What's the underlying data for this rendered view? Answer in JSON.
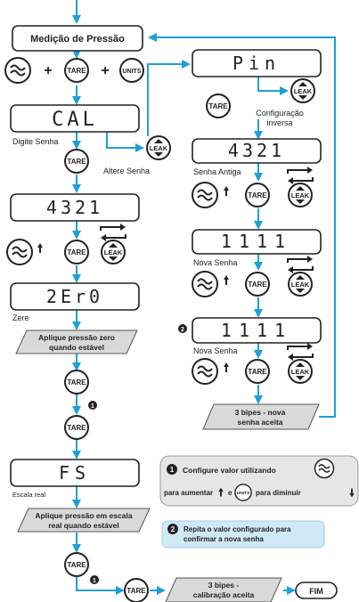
{
  "diagram": {
    "title_box": "Medição de Pressão",
    "buttons": {
      "tare": "TARE",
      "units": "UNITS",
      "leak": "LEAK"
    },
    "plus": "+",
    "left_column": {
      "display_cal": "CAL",
      "label_enter_pwd": "Digite Senha",
      "label_change_pwd": "Altere Senha",
      "display_4321": "4321",
      "display_zero": "2Er0",
      "label_zero": "Zere",
      "step_apply_zero": "Aplique pressão zero quando estável",
      "step_apply_zero_lines": [
        "Aplique pressão zero",
        "quando estável"
      ],
      "display_fs": "FS",
      "label_full_scale": "Escala real",
      "step_apply_full_lines": [
        "Aplique pressão em escala",
        "real quando estável"
      ],
      "step_calibration_lines": [
        "3 bipes -",
        "calibração aceita"
      ],
      "end_label": "FIM"
    },
    "right_column": {
      "display_pin": "Pin",
      "label_inverse_config_lines": [
        "Configuração",
        "inversa"
      ],
      "display_4321": "4321",
      "label_old_pwd": "Senha Antiga",
      "display_1111_a": "1111",
      "label_new_pwd_a": "Nova Senha",
      "display_1111_b": "1111",
      "label_new_pwd_b": "Nova Senha",
      "step_new_pwd_accepted_lines": [
        "3 bipes - nova",
        "senha aceita"
      ]
    },
    "markers": {
      "one": "1",
      "two": "2"
    },
    "note_1": {
      "line1": "Configure valor utilizando",
      "line2_a": "para aumentar",
      "line2_b": "e",
      "line2_c": "para diminuir"
    },
    "note_2": {
      "lines": [
        "Repita o valor configurado para",
        "confirmar a nova senha"
      ]
    },
    "colors": {
      "arrow": "#1ea0d7",
      "button_border": "#222222",
      "step_fill": "#d9d9d9",
      "note1_fill": "#e6e6e6",
      "note2_fill": "#cfe9f7"
    }
  }
}
